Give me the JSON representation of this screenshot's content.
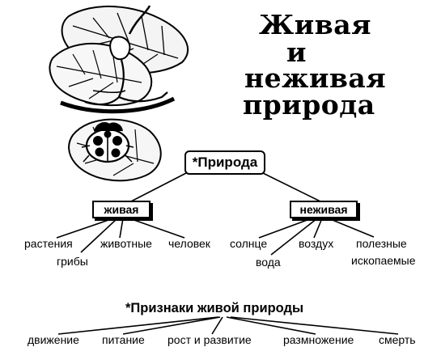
{
  "title": {
    "line1": "Живая",
    "line2": "и",
    "line3": "неживая",
    "line4": "природа"
  },
  "illustration": "leaf-fairy-with-ladybug-illustration",
  "tree": {
    "root": "*Природа",
    "living": {
      "label": "живая",
      "items": [
        "растения",
        "грибы",
        "животные",
        "человек"
      ]
    },
    "nonliving": {
      "label": "неживая",
      "items": [
        "солнце",
        "вода",
        "воздух",
        "полезные",
        "ископаемые"
      ]
    }
  },
  "signs": {
    "heading": "*Признаки живой природы",
    "items": [
      "движение",
      "питание",
      "рост и развитие",
      "размножение",
      "смерть"
    ]
  }
}
